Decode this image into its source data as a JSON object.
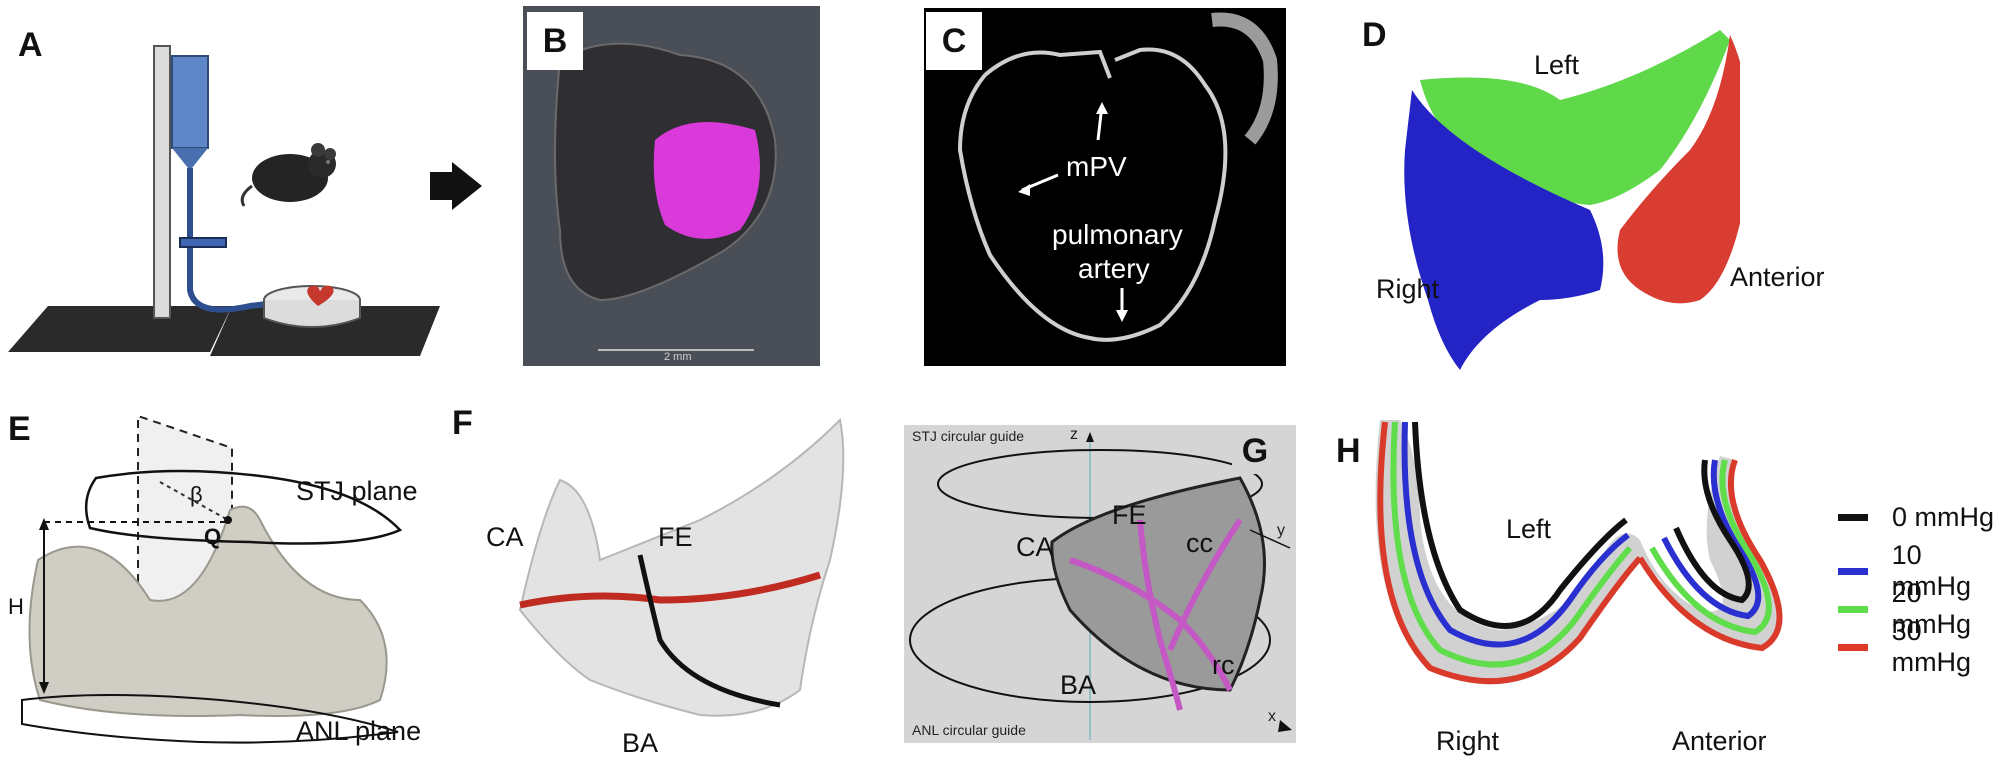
{
  "panels": {
    "a": {
      "letter": "A"
    },
    "b": {
      "letter": "B",
      "scale_label": "2 mm"
    },
    "c": {
      "letter": "C",
      "label_mpv": "mPV",
      "label_artery_line1": "pulmonary",
      "label_artery_line2": "artery"
    },
    "d": {
      "letter": "D",
      "labels": {
        "left": "Left",
        "right": "Right",
        "anterior": "Anterior"
      }
    },
    "e": {
      "letter": "E",
      "labels": {
        "stj_plane": "STJ plane",
        "anl_plane": "ANL plane",
        "beta": "β",
        "q": "Q",
        "h": "H"
      }
    },
    "f": {
      "letter": "F",
      "labels": {
        "ca": "CA",
        "fe": "FE",
        "ba": "BA"
      }
    },
    "g": {
      "letter": "G",
      "labels": {
        "stj_guide": "STJ circular guide",
        "anl_guide": "ANL circular guide",
        "z": "z",
        "y": "y",
        "x": "x",
        "fe": "FE",
        "ca": "CA",
        "cc": "cc",
        "rc": "rc",
        "ba": "BA"
      }
    },
    "h": {
      "letter": "H",
      "labels": {
        "left": "Left",
        "right": "Right",
        "anterior": "Anterior"
      },
      "legend": [
        {
          "label": "0  mmHg",
          "color": "#111111"
        },
        {
          "label": "10 mmHg",
          "color": "#2a2fd0"
        },
        {
          "label": "20 mmHg",
          "color": "#5fdd4a"
        },
        {
          "label": "30 mmHg",
          "color": "#dd3a2a"
        }
      ]
    }
  }
}
